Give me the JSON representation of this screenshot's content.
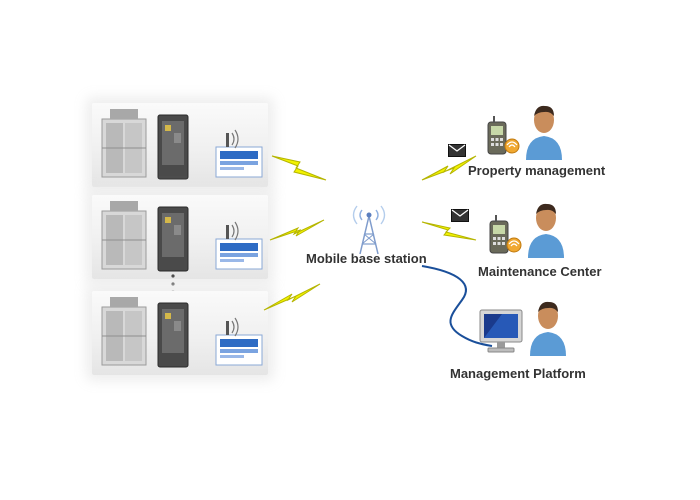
{
  "nodes": {
    "base_station": {
      "label": "Mobile base station"
    },
    "property": {
      "label": "Property management"
    },
    "maintenance": {
      "label": "Maintenance Center"
    },
    "platform": {
      "label": "Management Platform"
    }
  },
  "elevator_sites": [
    {
      "id": "site-1"
    },
    {
      "id": "site-2"
    },
    {
      "id": "site-3"
    }
  ],
  "icons": {
    "elevator": "elevator-car-icon",
    "cabinet": "control-cabinet-icon",
    "terminal": "gsm-terminal-icon",
    "bolt": "lightning-bolt-icon",
    "tower": "cell-tower-icon",
    "phone": "mobile-phone-icon",
    "envelope": "sms-envelope-icon",
    "person": "person-icon",
    "monitor": "computer-monitor-icon",
    "cable": "network-cable-icon"
  },
  "colors": {
    "bolt_fill": "#f2f200",
    "bolt_stroke": "#b5b500",
    "label_text": "#333333",
    "cable": "#1a4f9a",
    "terminal_screen": "#2d6bc4",
    "person_shirt": "#5b9bd5",
    "person_skin": "#c98d5c"
  }
}
